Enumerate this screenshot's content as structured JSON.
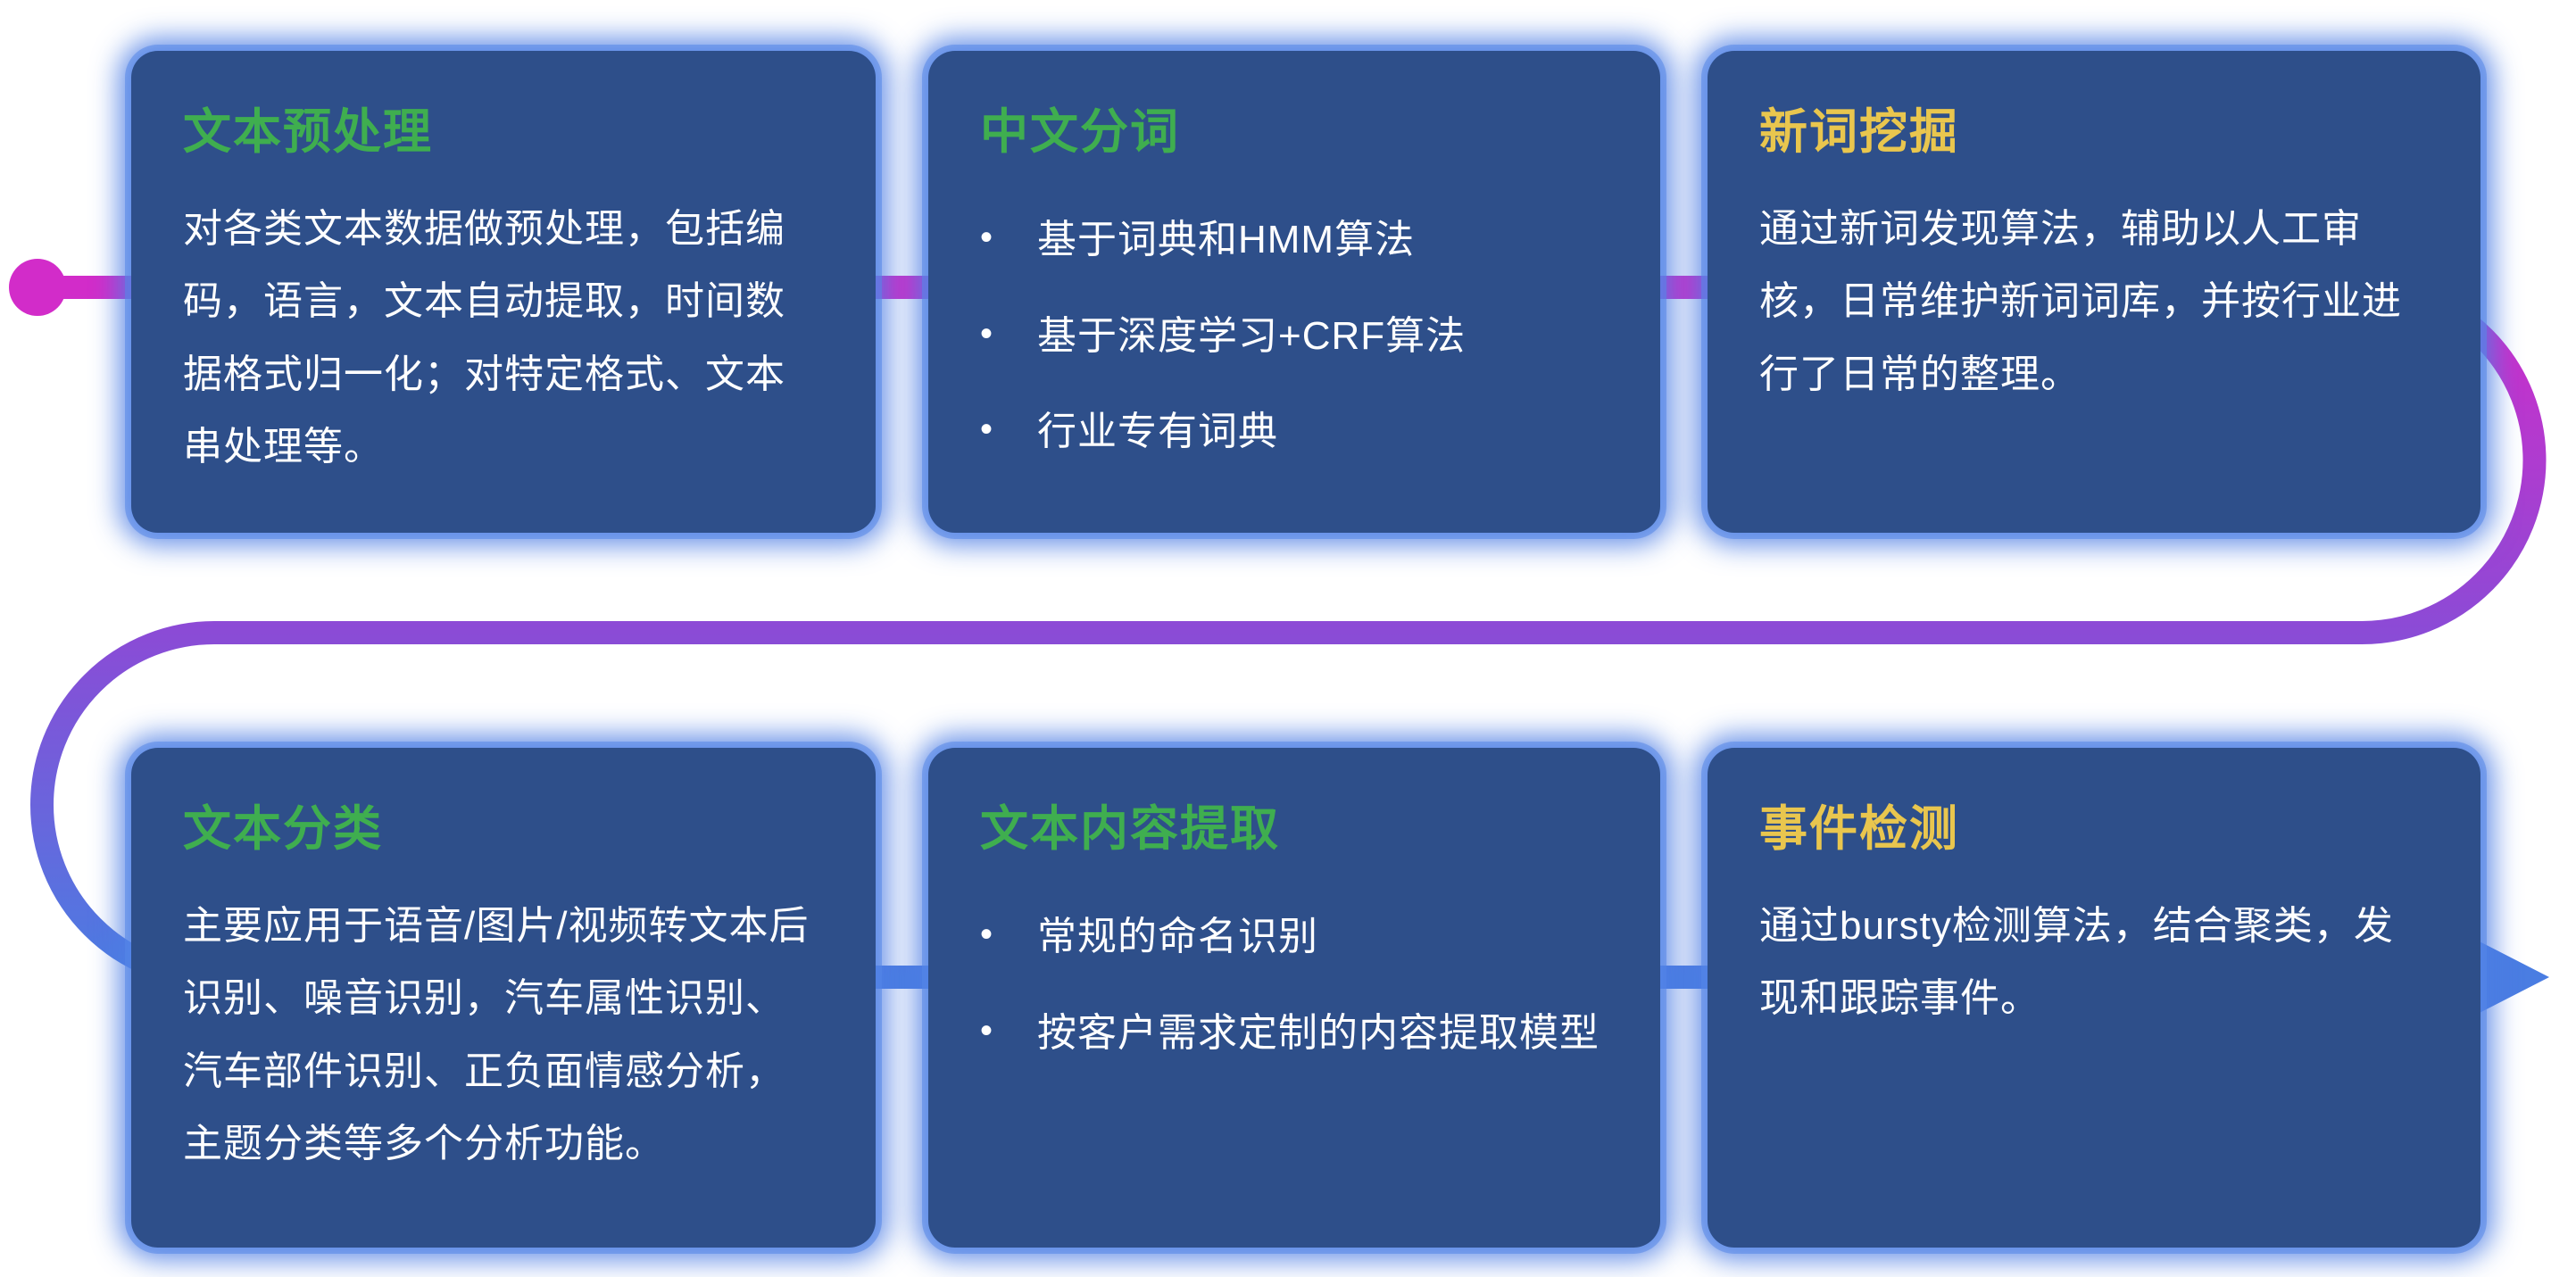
{
  "colors": {
    "card_bg": "#2e4f8a",
    "card_glow": "#4a7de0",
    "title_green": "#3fae4f",
    "title_yellow": "#e9c64e",
    "body_text": "#ffffff",
    "flow_start": "#d22cc9",
    "flow_mid": "#8b4bd6",
    "flow_end": "#4a7de2"
  },
  "bullet_char": "•",
  "cards": [
    {
      "title": "文本预处理",
      "title_color": "green",
      "body": "对各类文本数据做预处理，包括编码，语言，文本自动提取，时间数据格式归一化；对特定格式、文本串处理等。"
    },
    {
      "title": "中文分词",
      "title_color": "green",
      "bullets": [
        "基于词典和HMM算法",
        "基于深度学习+CRF算法",
        "行业专有词典"
      ]
    },
    {
      "title": "新词挖掘",
      "title_color": "yellow",
      "body": "通过新词发现算法，辅助以人工审核，日常维护新词词库，并按行业进行了日常的整理。"
    },
    {
      "title": "文本分类",
      "title_color": "green",
      "body": "主要应用于语音/图片/视频转文本后识别、噪音识别，汽车属性识别、汽车部件识别、正负面情感分析，主题分类等多个分析功能。"
    },
    {
      "title": "文本内容提取",
      "title_color": "green",
      "bullets": [
        "常规的命名识别",
        "按客户需求定制的内容提取模型"
      ]
    },
    {
      "title": "事件检测",
      "title_color": "yellow",
      "body": "通过bursty检测算法，结合聚类，发现和跟踪事件。"
    }
  ]
}
